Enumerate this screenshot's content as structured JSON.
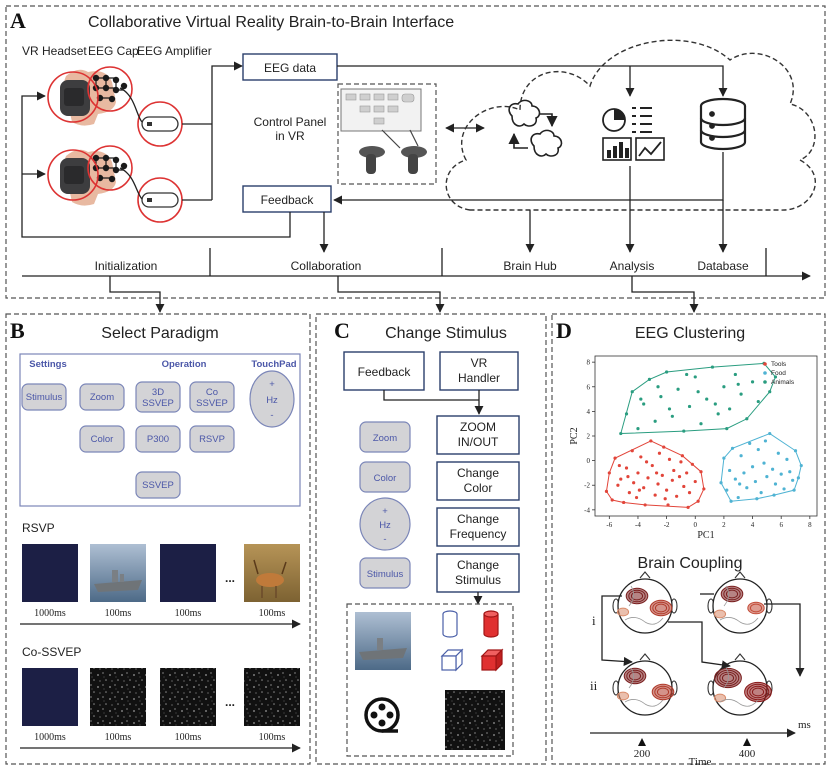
{
  "panel_a": {
    "letter": "A",
    "title": "Collaborative Virtual Reality Brain-to-Brain Interface",
    "vr_headset": "VR Headset",
    "eeg_cap": "EEG Cap",
    "eeg_amplifier": "EEG  Amplifier",
    "eeg_data": "EEG data",
    "feedback": "Feedback",
    "control_panel_line1": "Control Panel",
    "control_panel_line2": "in VR",
    "stages": [
      "Initialization",
      "Collaboration",
      "Brain Hub",
      "Analysis",
      "Database"
    ]
  },
  "panel_b": {
    "letter": "B",
    "title": "Select Paradigm",
    "headers": [
      "Settings",
      "Operation",
      "TouchPad"
    ],
    "buttons": [
      "Stimulus",
      "Zoom",
      "3D SSVEP",
      "Co SSVEP",
      "Color",
      "P300",
      "RSVP",
      "SSVEP"
    ],
    "touchpad": {
      "plus": "+",
      "unit": "Hz",
      "minus": "-"
    },
    "rsvp_title": "RSVP",
    "rsvp_times": [
      "1000ms",
      "100ms",
      "100ms",
      "100ms"
    ],
    "cossvep_title": "Co-SSVEP",
    "cossvep_times": [
      "1000ms",
      "100ms",
      "100ms",
      "100ms"
    ],
    "ellipsis": "..."
  },
  "panel_c": {
    "letter": "C",
    "title": "Change Stimulus",
    "feedback": "Feedback",
    "vr_handler": "VR Handler",
    "left_buttons": [
      "Zoom",
      "Color",
      "Stimulus"
    ],
    "hz": {
      "plus": "+",
      "unit": "Hz",
      "minus": "-"
    },
    "actions": [
      "ZOOM IN/OUT",
      "Change Color",
      "Change Frequency",
      "Change Stimulus"
    ]
  },
  "panel_d": {
    "letter": "D",
    "title": "EEG Clustering",
    "coupling_title": "Brain Coupling",
    "row_labels": [
      "i",
      "ii"
    ],
    "time_label": "Time",
    "time_unit": "ms",
    "time_ticks": [
      "200",
      "400"
    ],
    "accent_colors": {
      "Tools": "#e2453a",
      "Food": "#4fb3d3",
      "Animals": "#2a9d80"
    }
  },
  "chart_data": {
    "type": "scatter",
    "title": "EEG Clustering",
    "xlabel": "PC1",
    "ylabel": "PC2",
    "xlim": [
      -7,
      8.5
    ],
    "ylim": [
      -4.5,
      8.5
    ],
    "xticks": [
      -6,
      -4,
      -2,
      0,
      2,
      4,
      6,
      8
    ],
    "yticks": [
      -4,
      -2,
      0,
      2,
      4,
      6,
      8
    ],
    "legend_position": "top-right",
    "series": [
      {
        "name": "Tools",
        "color": "#e2453a",
        "points": [
          [
            -6.2,
            -2.5
          ],
          [
            -6.0,
            -1.0
          ],
          [
            -5.8,
            -3.2
          ],
          [
            -5.6,
            0.2
          ],
          [
            -5.4,
            -2.0
          ],
          [
            -5.2,
            -1.5
          ],
          [
            -5.0,
            -3.4
          ],
          [
            -4.8,
            -0.6
          ],
          [
            -4.6,
            -2.6
          ],
          [
            -4.4,
            0.8
          ],
          [
            -4.3,
            -1.8
          ],
          [
            -4.1,
            -3.0
          ],
          [
            -4.0,
            -1.0
          ],
          [
            -3.8,
            0.3
          ],
          [
            -3.6,
            -2.2
          ],
          [
            -3.5,
            -3.6
          ],
          [
            -3.3,
            -1.4
          ],
          [
            -3.1,
            1.6
          ],
          [
            -3.0,
            -0.4
          ],
          [
            -2.8,
            -2.8
          ],
          [
            -2.6,
            -1.9
          ],
          [
            -2.5,
            0.6
          ],
          [
            -2.3,
            -1.2
          ],
          [
            -2.1,
            -3.1
          ],
          [
            -2.0,
            -2.4
          ],
          [
            -1.8,
            0.1
          ],
          [
            -1.6,
            -1.6
          ],
          [
            -1.5,
            -0.8
          ],
          [
            -1.3,
            -2.9
          ],
          [
            -1.1,
            -1.3
          ],
          [
            -0.9,
            0.4
          ],
          [
            -0.8,
            -2.1
          ],
          [
            -0.6,
            -1.0
          ],
          [
            -0.4,
            -2.6
          ],
          [
            -0.2,
            -0.3
          ],
          [
            0.0,
            -1.7
          ],
          [
            0.2,
            -3.3
          ],
          [
            0.4,
            -0.9
          ],
          [
            0.6,
            -2.3
          ],
          [
            -2.7,
            -1.0
          ],
          [
            -4.7,
            -1.3
          ],
          [
            -3.9,
            -2.4
          ],
          [
            -1.9,
            -3.6
          ],
          [
            -5.3,
            -0.4
          ],
          [
            -2.2,
            1.1
          ],
          [
            -1.0,
            -0.1
          ],
          [
            -3.4,
            -0.1
          ],
          [
            -0.5,
            -3.8
          ]
        ]
      },
      {
        "name": "Food",
        "color": "#4fb3d3",
        "points": [
          [
            1.8,
            -1.8
          ],
          [
            2.0,
            0.2
          ],
          [
            2.2,
            -2.4
          ],
          [
            2.4,
            -0.8
          ],
          [
            2.6,
            1.0
          ],
          [
            2.8,
            -1.5
          ],
          [
            3.0,
            -3.0
          ],
          [
            3.2,
            0.4
          ],
          [
            3.4,
            -1.0
          ],
          [
            3.6,
            -2.2
          ],
          [
            3.8,
            1.4
          ],
          [
            4.0,
            -0.5
          ],
          [
            4.2,
            -1.7
          ],
          [
            4.4,
            0.9
          ],
          [
            4.6,
            -2.6
          ],
          [
            4.8,
            -0.2
          ],
          [
            5.0,
            -1.3
          ],
          [
            5.2,
            2.2
          ],
          [
            5.4,
            -0.7
          ],
          [
            5.6,
            -1.9
          ],
          [
            5.8,
            0.6
          ],
          [
            6.0,
            -1.1
          ],
          [
            6.2,
            -2.3
          ],
          [
            6.4,
            0.1
          ],
          [
            6.6,
            -0.9
          ],
          [
            6.8,
            -1.6
          ],
          [
            7.0,
            0.8
          ],
          [
            7.2,
            -1.4
          ],
          [
            7.4,
            -0.4
          ],
          [
            3.1,
            -1.9
          ],
          [
            4.3,
            -3.1
          ],
          [
            5.5,
            -2.8
          ],
          [
            2.5,
            -3.3
          ],
          [
            6.9,
            -2.4
          ],
          [
            4.9,
            1.6
          ]
        ]
      },
      {
        "name": "Animals",
        "color": "#2a9d80",
        "points": [
          [
            -5.2,
            2.2
          ],
          [
            -4.8,
            3.8
          ],
          [
            -4.4,
            5.6
          ],
          [
            -4.0,
            2.6
          ],
          [
            -3.6,
            4.6
          ],
          [
            -3.2,
            6.6
          ],
          [
            -2.8,
            3.2
          ],
          [
            -2.4,
            5.2
          ],
          [
            -2.0,
            7.2
          ],
          [
            -1.6,
            3.6
          ],
          [
            -1.2,
            5.8
          ],
          [
            -0.8,
            2.4
          ],
          [
            -0.4,
            4.4
          ],
          [
            0.0,
            6.8
          ],
          [
            0.4,
            3.0
          ],
          [
            0.8,
            5.0
          ],
          [
            1.2,
            7.6
          ],
          [
            1.6,
            3.8
          ],
          [
            2.0,
            6.0
          ],
          [
            2.4,
            4.2
          ],
          [
            2.8,
            7.0
          ],
          [
            3.2,
            5.4
          ],
          [
            3.6,
            3.4
          ],
          [
            4.0,
            6.4
          ],
          [
            4.4,
            4.8
          ],
          [
            4.8,
            7.9
          ],
          [
            5.2,
            5.6
          ],
          [
            5.6,
            6.8
          ],
          [
            -3.8,
            5.0
          ],
          [
            -1.8,
            4.2
          ],
          [
            0.2,
            5.6
          ],
          [
            1.4,
            4.6
          ],
          [
            3.0,
            6.2
          ],
          [
            -2.6,
            6.0
          ],
          [
            -0.6,
            7.0
          ],
          [
            2.2,
            2.6
          ]
        ]
      }
    ]
  }
}
